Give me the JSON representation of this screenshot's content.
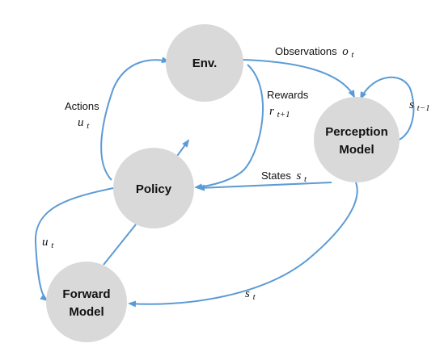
{
  "colors": {
    "node_fill": "#d9d9d9",
    "edge": "#5b9bd5",
    "text": "#111111"
  },
  "nodes": {
    "env": {
      "label": "Env."
    },
    "perception": {
      "line1": "Perception",
      "line2": "Model"
    },
    "policy": {
      "label": "Policy"
    },
    "forward": {
      "line1": "Forward",
      "line2": "Model"
    }
  },
  "labels": {
    "observations": {
      "text": "Observations",
      "sym": "o",
      "sub": "t"
    },
    "rewards": {
      "text": "Rewards",
      "sym": "r",
      "sub": "t+1"
    },
    "actions": {
      "text": "Actions",
      "sym": "u",
      "sub": "t"
    },
    "self_loop": {
      "sym": "s",
      "sub": "t−1"
    },
    "states": {
      "text": "States",
      "sym": "s",
      "sub": "t"
    },
    "policy_to_forward": {
      "sym": "u",
      "sub": "t"
    },
    "perception_to_forward": {
      "sym": "s",
      "sub": "t"
    }
  }
}
